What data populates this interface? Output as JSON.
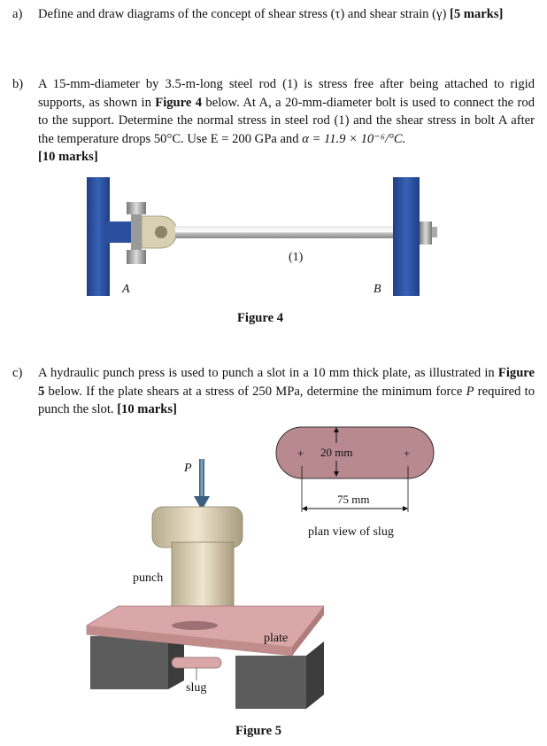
{
  "questions": {
    "a": {
      "label": "a)",
      "text": "Define and draw diagrams of the concept of shear stress (τ) and shear strain (γ)",
      "marks": "[5 marks]"
    },
    "b": {
      "label": "b)",
      "text_1": "A 15-mm-diameter by 3.5-m-long steel rod (1) is stress free after being attached to rigid supports, as shown in ",
      "fig_ref": "Figure 4",
      "text_2": " below. At A, a 20-mm-diameter bolt is used to connect the rod  to the support. Determine the normal stress in steel rod (1) and the shear stress in bolt A after the temperature drops 50°C. Use E = 200 GPa and ",
      "alpha": "α = 11.9 × 10⁻⁶/°C.",
      "marks": "[10 marks]"
    },
    "c": {
      "label": "c)",
      "text_1": "A hydraulic punch press is used to punch a slot in a 10 mm thick plate, as illustrated in ",
      "fig_ref": "Figure 5",
      "text_2": " below. If the plate shears at a stress of 250 MPa, determine the minimum force ",
      "force_var": "P",
      "text_3": " required to punch the slot. ",
      "marks": "[10 marks]"
    }
  },
  "figure4": {
    "caption": "Figure 4",
    "label_A": "A",
    "label_B": "B",
    "label_rod": "(1)"
  },
  "figure5": {
    "caption": "Figure 5",
    "label_P": "P",
    "label_punch": "punch",
    "label_plate": "plate",
    "label_slug": "slug",
    "dim_width": "20 mm",
    "dim_length": "75 mm",
    "plan_caption": "plan view of slug",
    "plus_sign": "+"
  },
  "colors": {
    "support_blue": "#2b4f9c",
    "rod_gray": "#b9b9b9",
    "plate_pink": "#d9a7a7",
    "slug_mauve": "#b8898f",
    "punch_tan": "#d8cdb2",
    "block_gray": "#5c5c5c"
  }
}
